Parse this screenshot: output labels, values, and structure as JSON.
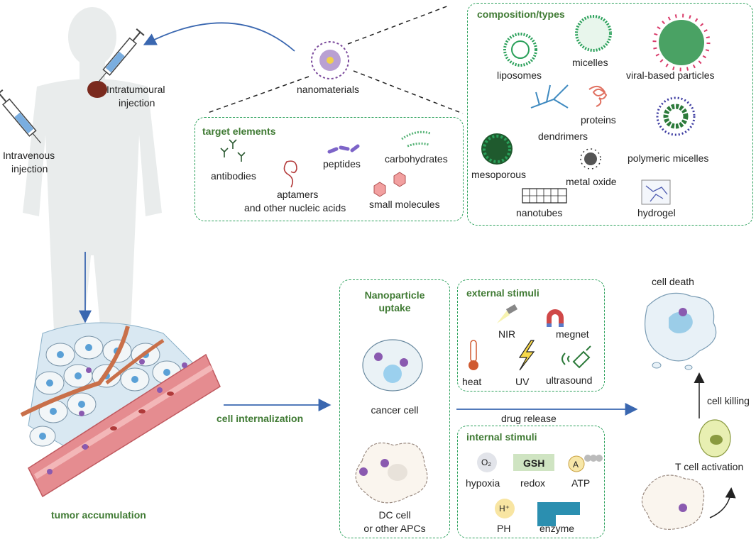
{
  "colors": {
    "accent_green": "#3f7a33",
    "dashed_border": "#2aa05a",
    "arrow_blue": "#3a67b0",
    "tumor": "#7a2a1e"
  },
  "injection": {
    "intratumoural_1": "Intratumoural",
    "intratumoural_2": "injection",
    "intravenous_1": "Intravenous",
    "intravenous_2": "injection"
  },
  "nanomaterials": {
    "label": "nanomaterials"
  },
  "composition": {
    "title": "composition/types",
    "items": [
      "liposomes",
      "micelles",
      "viral-based particles",
      "proteins",
      "dendrimers",
      "polymeric micelles",
      "mesoporous",
      "metal oxide",
      "nanotubes",
      "hydrogel"
    ]
  },
  "targets": {
    "title": "target elements",
    "antibodies": "antibodies",
    "peptides": "peptides",
    "carbohydrates": "carbohydrates",
    "aptamers_1": "aptamers",
    "aptamers_2": "and other nucleic acids",
    "small_molecules": "small molecules"
  },
  "tumor": {
    "label": "tumor accumulation"
  },
  "internalization": {
    "label": "cell internalization"
  },
  "uptake": {
    "title_1": "Nanoparticle",
    "title_2": "uptake",
    "cancer_cell": "cancer cell",
    "dc_1": "DC cell",
    "dc_2": "or other APCs"
  },
  "external": {
    "title": "external stimuli",
    "nir": "NIR",
    "megnet": "megnet",
    "heat": "heat",
    "uv": "UV",
    "ultrasound": "ultrasound"
  },
  "drug_release": "drug release",
  "internal": {
    "title": "internal stimuli",
    "o2": "O₂",
    "hypoxia": "hypoxia",
    "gsh": "GSH",
    "redox": "redox",
    "a": "A",
    "atp": "ATP",
    "h": "H⁺",
    "ph": "PH",
    "enzyme": "enzyme"
  },
  "outcome": {
    "cell_death": "cell death",
    "cell_killing": "cell killing",
    "t_cell": "T cell activation"
  }
}
